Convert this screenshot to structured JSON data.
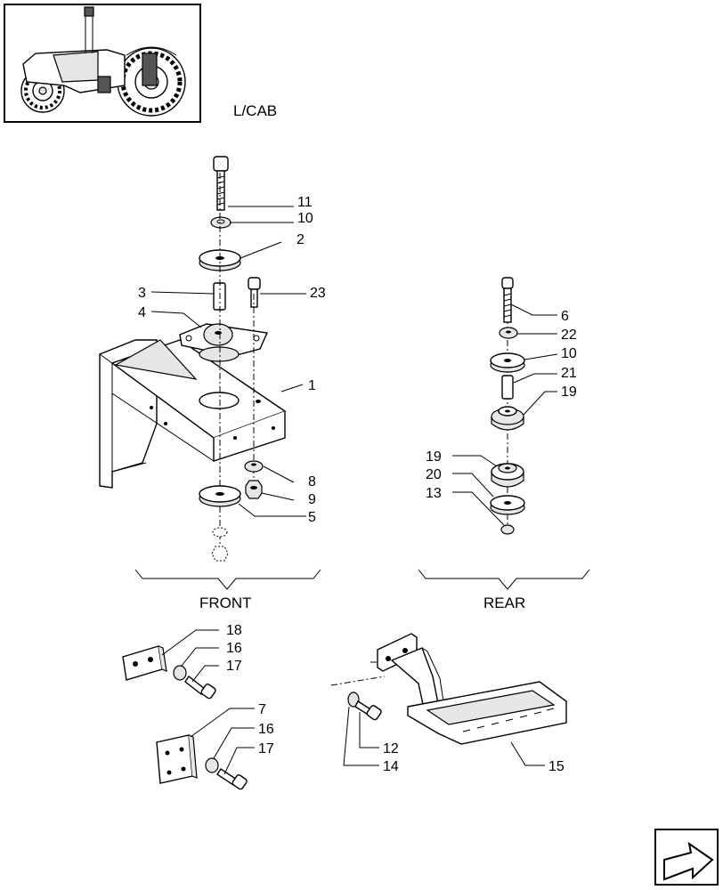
{
  "header": {
    "title": "L/CAB"
  },
  "sections": {
    "front": "FRONT",
    "rear": "REAR"
  },
  "callouts": {
    "c11": "11",
    "c10a": "10",
    "c2": "2",
    "c3": "3",
    "c23": "23",
    "c4": "4",
    "c1": "1",
    "c8": "8",
    "c9": "9",
    "c5": "5",
    "c6": "6",
    "c22": "22",
    "c10b": "10",
    "c21": "21",
    "c19a": "19",
    "c19b": "19",
    "c20": "20",
    "c13": "13",
    "c18": "18",
    "c16a": "16",
    "c17a": "17",
    "c7": "7",
    "c16b": "16",
    "c17b": "17",
    "c12": "12",
    "c14": "14",
    "c15": "15"
  },
  "icons": {
    "thumbnail": "tractor-thumbnail-icon",
    "next": "next-page-arrow-icon"
  }
}
